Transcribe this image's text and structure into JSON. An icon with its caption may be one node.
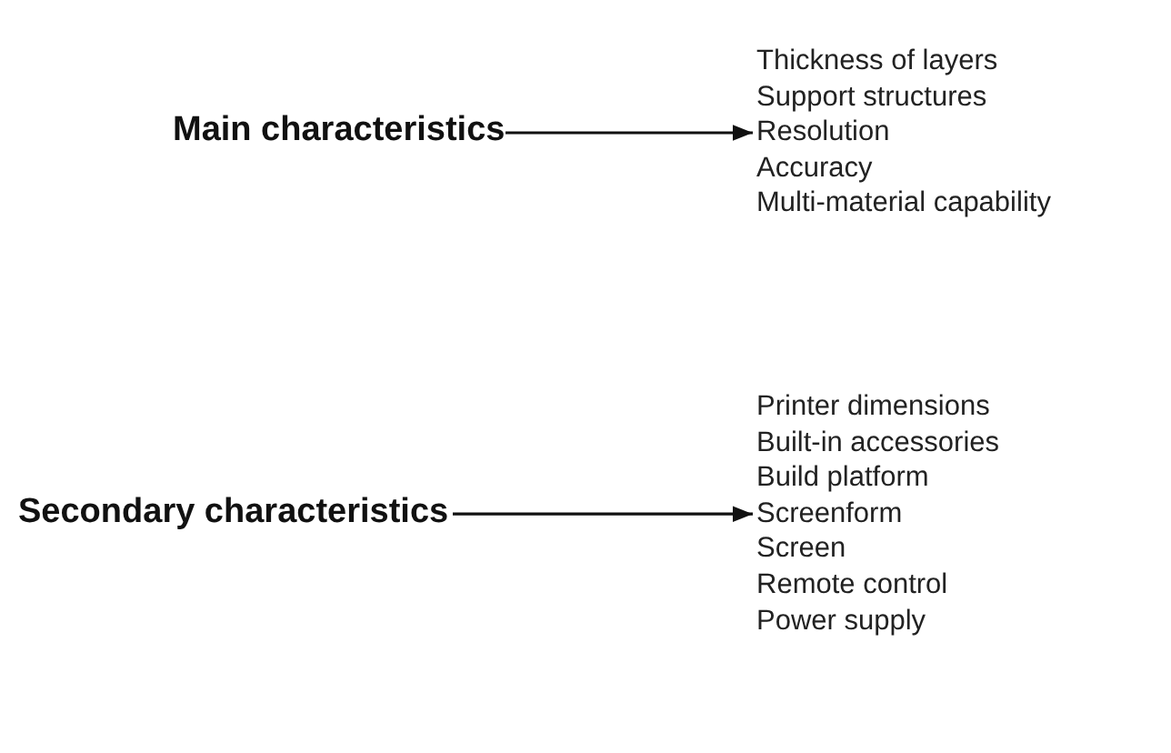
{
  "diagram": {
    "nodes": [
      {
        "text": [
          "Main characteristics"
        ]
      },
      {
        "text": [
          "Thickness of layers",
          "Support structures",
          "Resolution",
          "Accuracy",
          "Multi-material capability"
        ]
      },
      {
        "text": [
          "Secondary characteristics"
        ]
      },
      {
        "text": [
          "Printer dimensions",
          "Built-in accessories",
          "Build platform",
          "Screenform",
          "Screen",
          "Remote control",
          "Power supply"
        ]
      }
    ],
    "edges": [
      {
        "from": 0,
        "to": 1,
        "arrow": "to"
      },
      {
        "from": 2,
        "to": 3,
        "arrow": "to"
      }
    ]
  }
}
